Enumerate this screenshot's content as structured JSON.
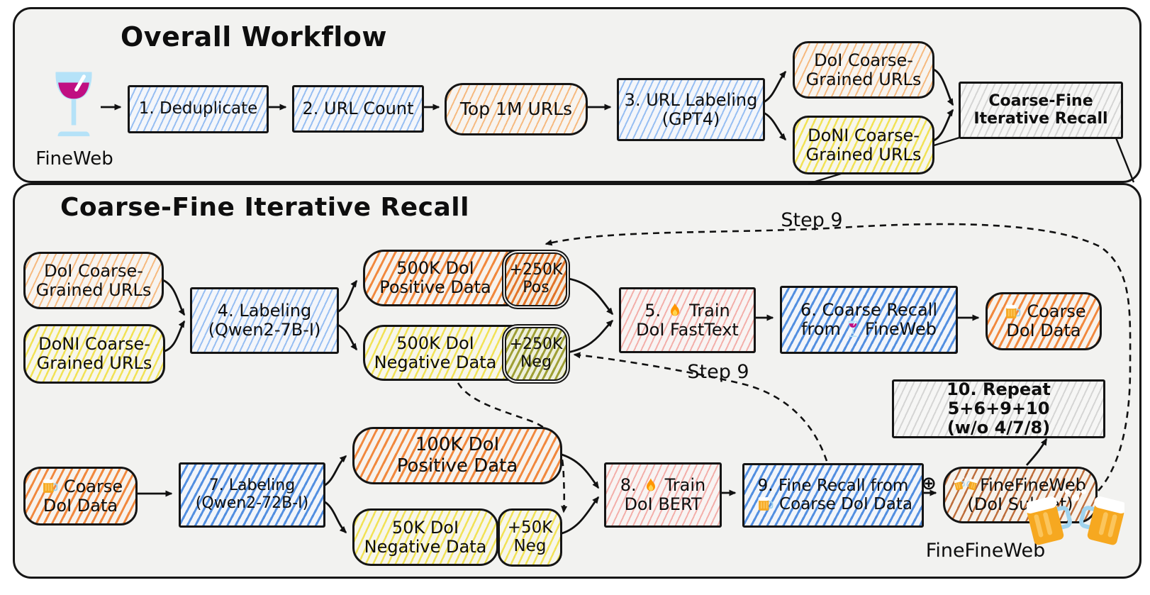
{
  "overall": {
    "title": "Overall Workflow",
    "fineweb_label": "FineWeb",
    "dedupe": "1. Deduplicate",
    "url_count": "2. URL Count",
    "top_urls": "Top 1M URLs",
    "url_labeling_l1": "3. URL Labeling",
    "url_labeling_l2": "(GPT4)",
    "doi_urls_l1": "DoI Coarse-",
    "doi_urls_l2": "Grained URLs",
    "doni_urls_l1": "DoNI Coarse-",
    "doni_urls_l2": "Grained URLs",
    "cf_recall_l1": "Coarse-Fine",
    "cf_recall_l2": "Iterative Recall"
  },
  "recall": {
    "title": "Coarse-Fine Iterative Recall",
    "doi_urls_l1": "DoI Coarse-",
    "doi_urls_l2": "Grained URLs",
    "doni_urls_l1": "DoNI Coarse-",
    "doni_urls_l2": "Grained URLs",
    "labeling4_l1": "4. Labeling",
    "labeling4_l2": "(Qwen2-7B-I)",
    "pos500k_l1": "500K DoI",
    "pos500k_l2": "Positive Data",
    "pos250k_l1": "+250K",
    "pos250k_l2": "Pos",
    "neg500k_l1": "500K DoI",
    "neg500k_l2": "Negative Data",
    "neg250k_l1": "+250K",
    "neg250k_l2": "Neg",
    "train5_l1a": "5.",
    "train5_l1b": "Train",
    "train5_l2": "DoI FastText",
    "recall6_l1": "6. Coarse Recall",
    "recall6_l2a": "from",
    "recall6_l2b": "FineWeb",
    "coarse_data_l1": "Coarse",
    "coarse_data_l2": "DoI Data",
    "step9_top": "Step 9",
    "step9_mid": "Step 9",
    "repeat10_l1": "10. Repeat 5+6+9+10",
    "repeat10_l2": "(w/o 4/7/8)",
    "coarse_data2_l1": "Coarse",
    "coarse_data2_l2": "DoI Data",
    "labeling7_l1": "7. Labeling",
    "labeling7_l2": "(Qwen2-72B-I)",
    "pos100k_l1": "100K DoI",
    "pos100k_l2": "Positive Data",
    "neg50k_l1": "50K DoI",
    "neg50k_l2": "Negative Data",
    "neg50k_add_l1": "+50K",
    "neg50k_add_l2": "Neg",
    "train8_l1a": "8.",
    "train8_l1b": "Train",
    "train8_l2": "DoI BERT",
    "recall9_l1": "9. Fine Recall from",
    "recall9_l2": "Coarse DoI Data",
    "oplus": "⊕",
    "ffw_l1": "FineFineWeb",
    "ffw_l2": "(DoI Subset)",
    "ffw_label": "FineFineWeb"
  },
  "icons": {
    "fineweb": "wine-glass-icon",
    "coarse_data": "beer-mug-icon",
    "train": "fire-icon",
    "finefineweb": "clinking-mugs-icon"
  },
  "colors": {
    "ink": "#151515",
    "panel_bg": "#f2f2f0",
    "accent_blue": "#6ea8e8",
    "accent_orange": "#f0761f",
    "accent_yellow": "#f0de3c",
    "accent_olive": "#969623",
    "accent_red": "#f29e98",
    "accent_brown": "#b4581e",
    "wine": "#c00f82",
    "beer_gold": "#f6a820"
  }
}
